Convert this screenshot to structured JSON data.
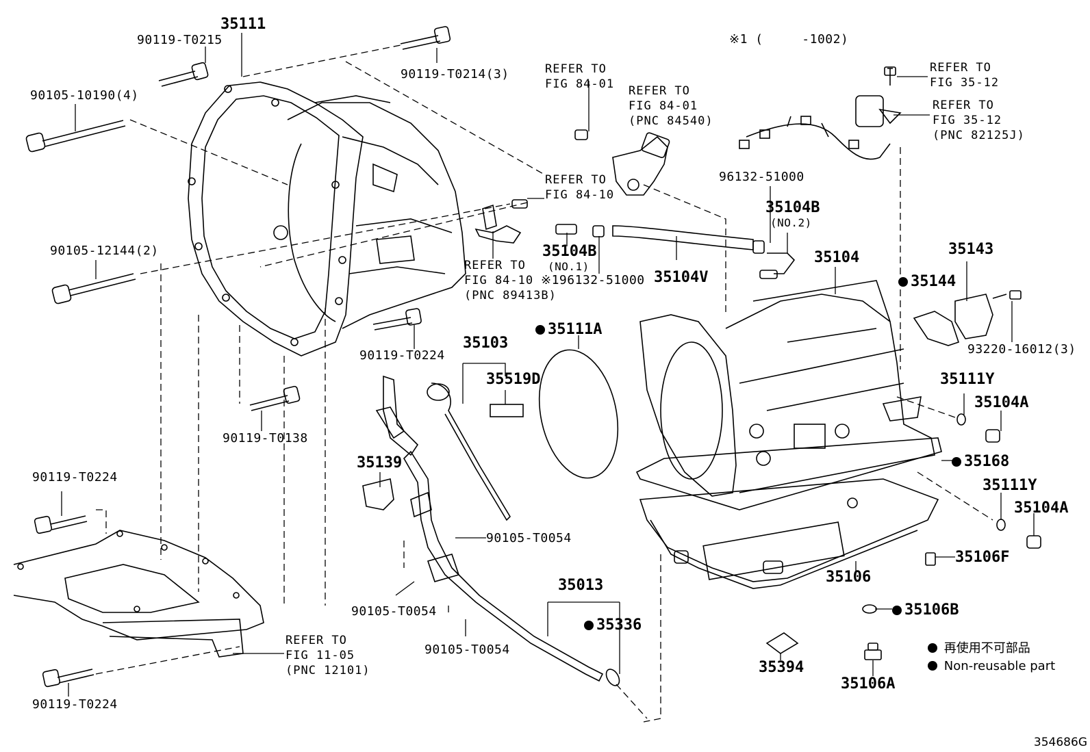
{
  "note_top": "※1 (     -1002)",
  "parts": {
    "p35111": "35111",
    "p90119_T0215": "90119-T0215",
    "p90119_T0214": "90119-T0214(3)",
    "p90105_10190": "90105-10190(4)",
    "p90105_12144": "90105-12144(2)",
    "p90119_T0224_a": "90119-T0224",
    "p90119_T0138": "90119-T0138",
    "p90119_T0224_b": "90119-T0224",
    "p90119_T0224_c": "90119-T0224",
    "p35103": "35103",
    "p35519D": "35519D",
    "p35111A": "35111A",
    "p35139": "35139",
    "p90105_T0054_a": "90105-T0054",
    "p90105_T0054_b": "90105-T0054",
    "p90105_T0054_c": "90105-T0054",
    "p35013": "35013",
    "p35336": "35336",
    "p35104B_1": "35104B",
    "p35104B_1_sub": "(NO.1)",
    "p96132_note": "※196132-51000",
    "p96132": "96132-51000",
    "p35104B_2": "35104B",
    "p35104B_2_sub": "(NO.2)",
    "p35104V": "35104V",
    "p35104": "35104",
    "p35143": "35143",
    "p35144": "35144",
    "p93220": "93220-16012(3)",
    "p35111Y_a": "35111Y",
    "p35104A_a": "35104A",
    "p35168": "35168",
    "p35111Y_b": "35111Y",
    "p35104A_b": "35104A",
    "p35106F": "35106F",
    "p35106": "35106",
    "p35106B": "35106B",
    "p35394": "35394",
    "p35106A": "35106A"
  },
  "refs": {
    "r1": [
      "REFER TO",
      "FIG 84-01"
    ],
    "r2": [
      "REFER TO",
      "FIG 84-01",
      "(PNC 84540)"
    ],
    "r3": [
      "REFER TO",
      "FIG 84-10"
    ],
    "r4": [
      "REFER TO",
      "FIG 84-10",
      "(PNC 89413B)"
    ],
    "r5": [
      "REFER TO",
      "FIG 35-12"
    ],
    "r6": [
      "REFER TO",
      "FIG 35-12",
      "(PNC 82125J)"
    ],
    "r7": [
      "REFER TO",
      "FIG 11-05",
      "(PNC 12101)"
    ]
  },
  "legend": {
    "jp": "再使用不可部品",
    "en": "Non-reusable part"
  },
  "diagram_code": "354686G"
}
